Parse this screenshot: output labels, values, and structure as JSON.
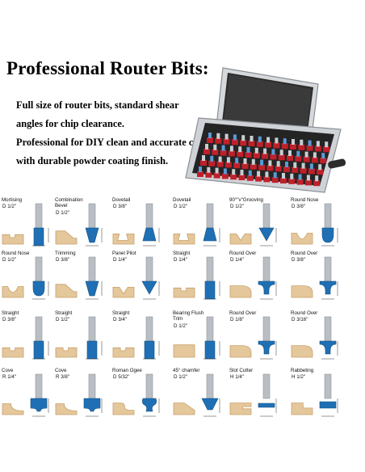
{
  "heading": "Professional Router Bits:",
  "description_lines": [
    "Full size of router bits, standard shear",
    "angles for chip clearance.",
    "Professional for DIY clean and accurate cut",
    "with durable powder coating finish."
  ],
  "bits": [
    {
      "name": "Mortising",
      "size": "D 1/2\"",
      "profile": "straight"
    },
    {
      "name": "Combination\nBevel",
      "size": "D 1/2\"",
      "profile": "bevel"
    },
    {
      "name": "Dovetail",
      "size": "D 3/8\"",
      "profile": "dovetail"
    },
    {
      "name": "Dovetail",
      "size": "D 1/2\"",
      "profile": "dovetail"
    },
    {
      "name": "90°\"v\"Grooving",
      "size": "D 1/2\"",
      "profile": "vgroove"
    },
    {
      "name": "Round Nose",
      "size": "D 3/8\"",
      "profile": "roundnose"
    },
    {
      "name": "Round Nose",
      "size": "D 1/2\"",
      "profile": "roundnose"
    },
    {
      "name": "Trimming",
      "size": "D 3/8\"",
      "profile": "bevel"
    },
    {
      "name": "Panel Pilot",
      "size": "D 1/4\"",
      "profile": "vgroove"
    },
    {
      "name": "Straight",
      "size": "D 1/4\"",
      "profile": "straight"
    },
    {
      "name": "Round Over",
      "size": "D 1/4\"",
      "profile": "roundover"
    },
    {
      "name": "Round Over",
      "size": "D 3/8\"",
      "profile": "roundover"
    },
    {
      "name": "Straight",
      "size": "D 3/8\"",
      "profile": "straight"
    },
    {
      "name": "Straight",
      "size": "D 1/2\"",
      "profile": "straight"
    },
    {
      "name": "Straight",
      "size": "D 3/4\"",
      "profile": "straight"
    },
    {
      "name": "Bearing Flush\nTrim",
      "size": "D 1/2\"",
      "profile": "flush"
    },
    {
      "name": "Round Over",
      "size": "D 1/8\"",
      "profile": "roundover"
    },
    {
      "name": "Round Over",
      "size": "D 3/16\"",
      "profile": "roundover"
    },
    {
      "name": "Cove",
      "size": "R 1/4\"",
      "profile": "cove"
    },
    {
      "name": "Cove",
      "size": "R 3/8\"",
      "profile": "cove"
    },
    {
      "name": "Roman Ogee",
      "size": "D 5/32\"",
      "profile": "ogee"
    },
    {
      "name": "45° chamfer",
      "size": "D 1/2\"",
      "profile": "chamfer"
    },
    {
      "name": "Slot Cutter",
      "size": "H 1/4\"",
      "profile": "slot"
    },
    {
      "name": "Rabbeting",
      "size": "H 1/2\"",
      "profile": "rabbet"
    }
  ],
  "colors": {
    "wood": "#e4c79b",
    "wood_dark": "#c9a06a",
    "shank": "#b9bec4",
    "cutter_blue": "#1f6fb5",
    "case_frame": "#c8ccd0",
    "case_inner": "#262626",
    "bit_red": "#c0202a"
  }
}
